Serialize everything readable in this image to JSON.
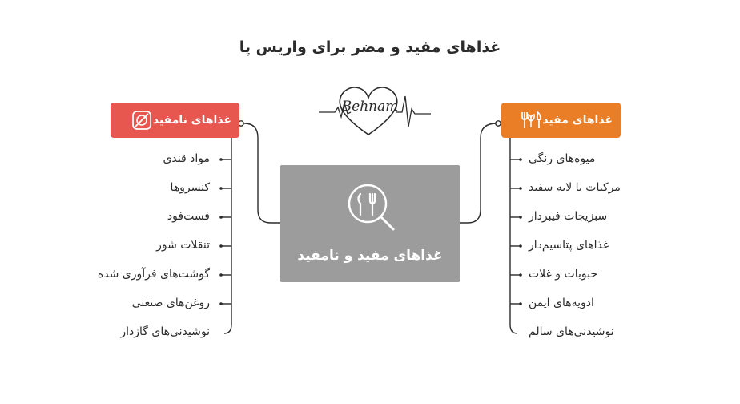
{
  "title": "غذاهای مفید و مضر برای واریس پا",
  "logo_text": "Behnam",
  "center": {
    "label": "غذاهای مفید و نامفید",
    "icon": "utensils-search-icon"
  },
  "bad": {
    "label": "غذاهای نامفید",
    "icon": "no-food-icon",
    "color": "#e8574f",
    "items": [
      "مواد قندی",
      "کنسروها",
      "فست‌فود",
      "تنقلات شور",
      "گوشت‌های فرآوری شده",
      "روغن‌های صنعتی",
      "نوشیدنی‌های گازدار"
    ]
  },
  "good": {
    "label": "غذاهای مفید",
    "icon": "healthy-food-icon",
    "color": "#ea7e27",
    "items": [
      "میوه‌های رنگی",
      "مرکبات با لایه سفید",
      "سبزیجات فیبردار",
      "غذاهای پتاسیم‌دار",
      "حبوبات و غلات",
      "ادویه‌های ایمن",
      "نوشیدنی‌های سالم"
    ]
  },
  "colors": {
    "center": "#9c9c9c",
    "line": "#2b2b2b"
  }
}
